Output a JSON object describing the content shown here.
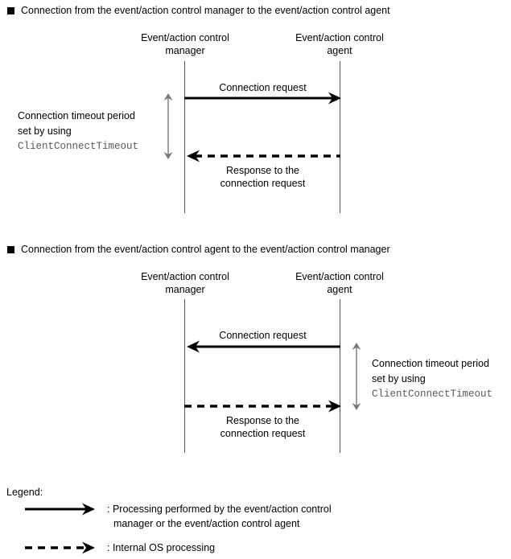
{
  "sections": [
    {
      "heading": "Connection from the event/action control manager to the event/action control agent",
      "actors": [
        {
          "line1": "Event/action control",
          "line2": "manager"
        },
        {
          "line1": "Event/action control",
          "line2": "agent"
        }
      ],
      "messages": [
        {
          "label": "Connection request",
          "style": "solid",
          "direction": "right"
        },
        {
          "label_line1": "Response to the",
          "label_line2": "connection request",
          "style": "dashed",
          "direction": "left"
        }
      ],
      "timeout_note": {
        "line1": "Connection timeout period",
        "line2": "set by using",
        "line3": "ClientConnectTimeout"
      }
    },
    {
      "heading": "Connection from the event/action control agent to the event/action control manager",
      "actors": [
        {
          "line1": "Event/action control",
          "line2": "manager"
        },
        {
          "line1": "Event/action control",
          "line2": "agent"
        }
      ],
      "messages": [
        {
          "label": "Connection request",
          "style": "solid",
          "direction": "left"
        },
        {
          "label_line1": "Response to the",
          "label_line2": "connection request",
          "style": "dashed",
          "direction": "right"
        }
      ],
      "timeout_note": {
        "line1": "Connection timeout period",
        "line2": "set by using",
        "line3": "ClientConnectTimeout"
      }
    }
  ],
  "legend": {
    "title": "Legend:",
    "entries": [
      {
        "style": "solid",
        "text_line1": ": Processing performed by the event/action control",
        "text_line2": "manager or the event/action control agent"
      },
      {
        "style": "dashed",
        "text_line1": ": Internal OS processing",
        "text_line2": ""
      }
    ]
  },
  "colors": {
    "ink": "#000000",
    "lifeline": "#555555",
    "mono_text": "#5a5a5a"
  }
}
